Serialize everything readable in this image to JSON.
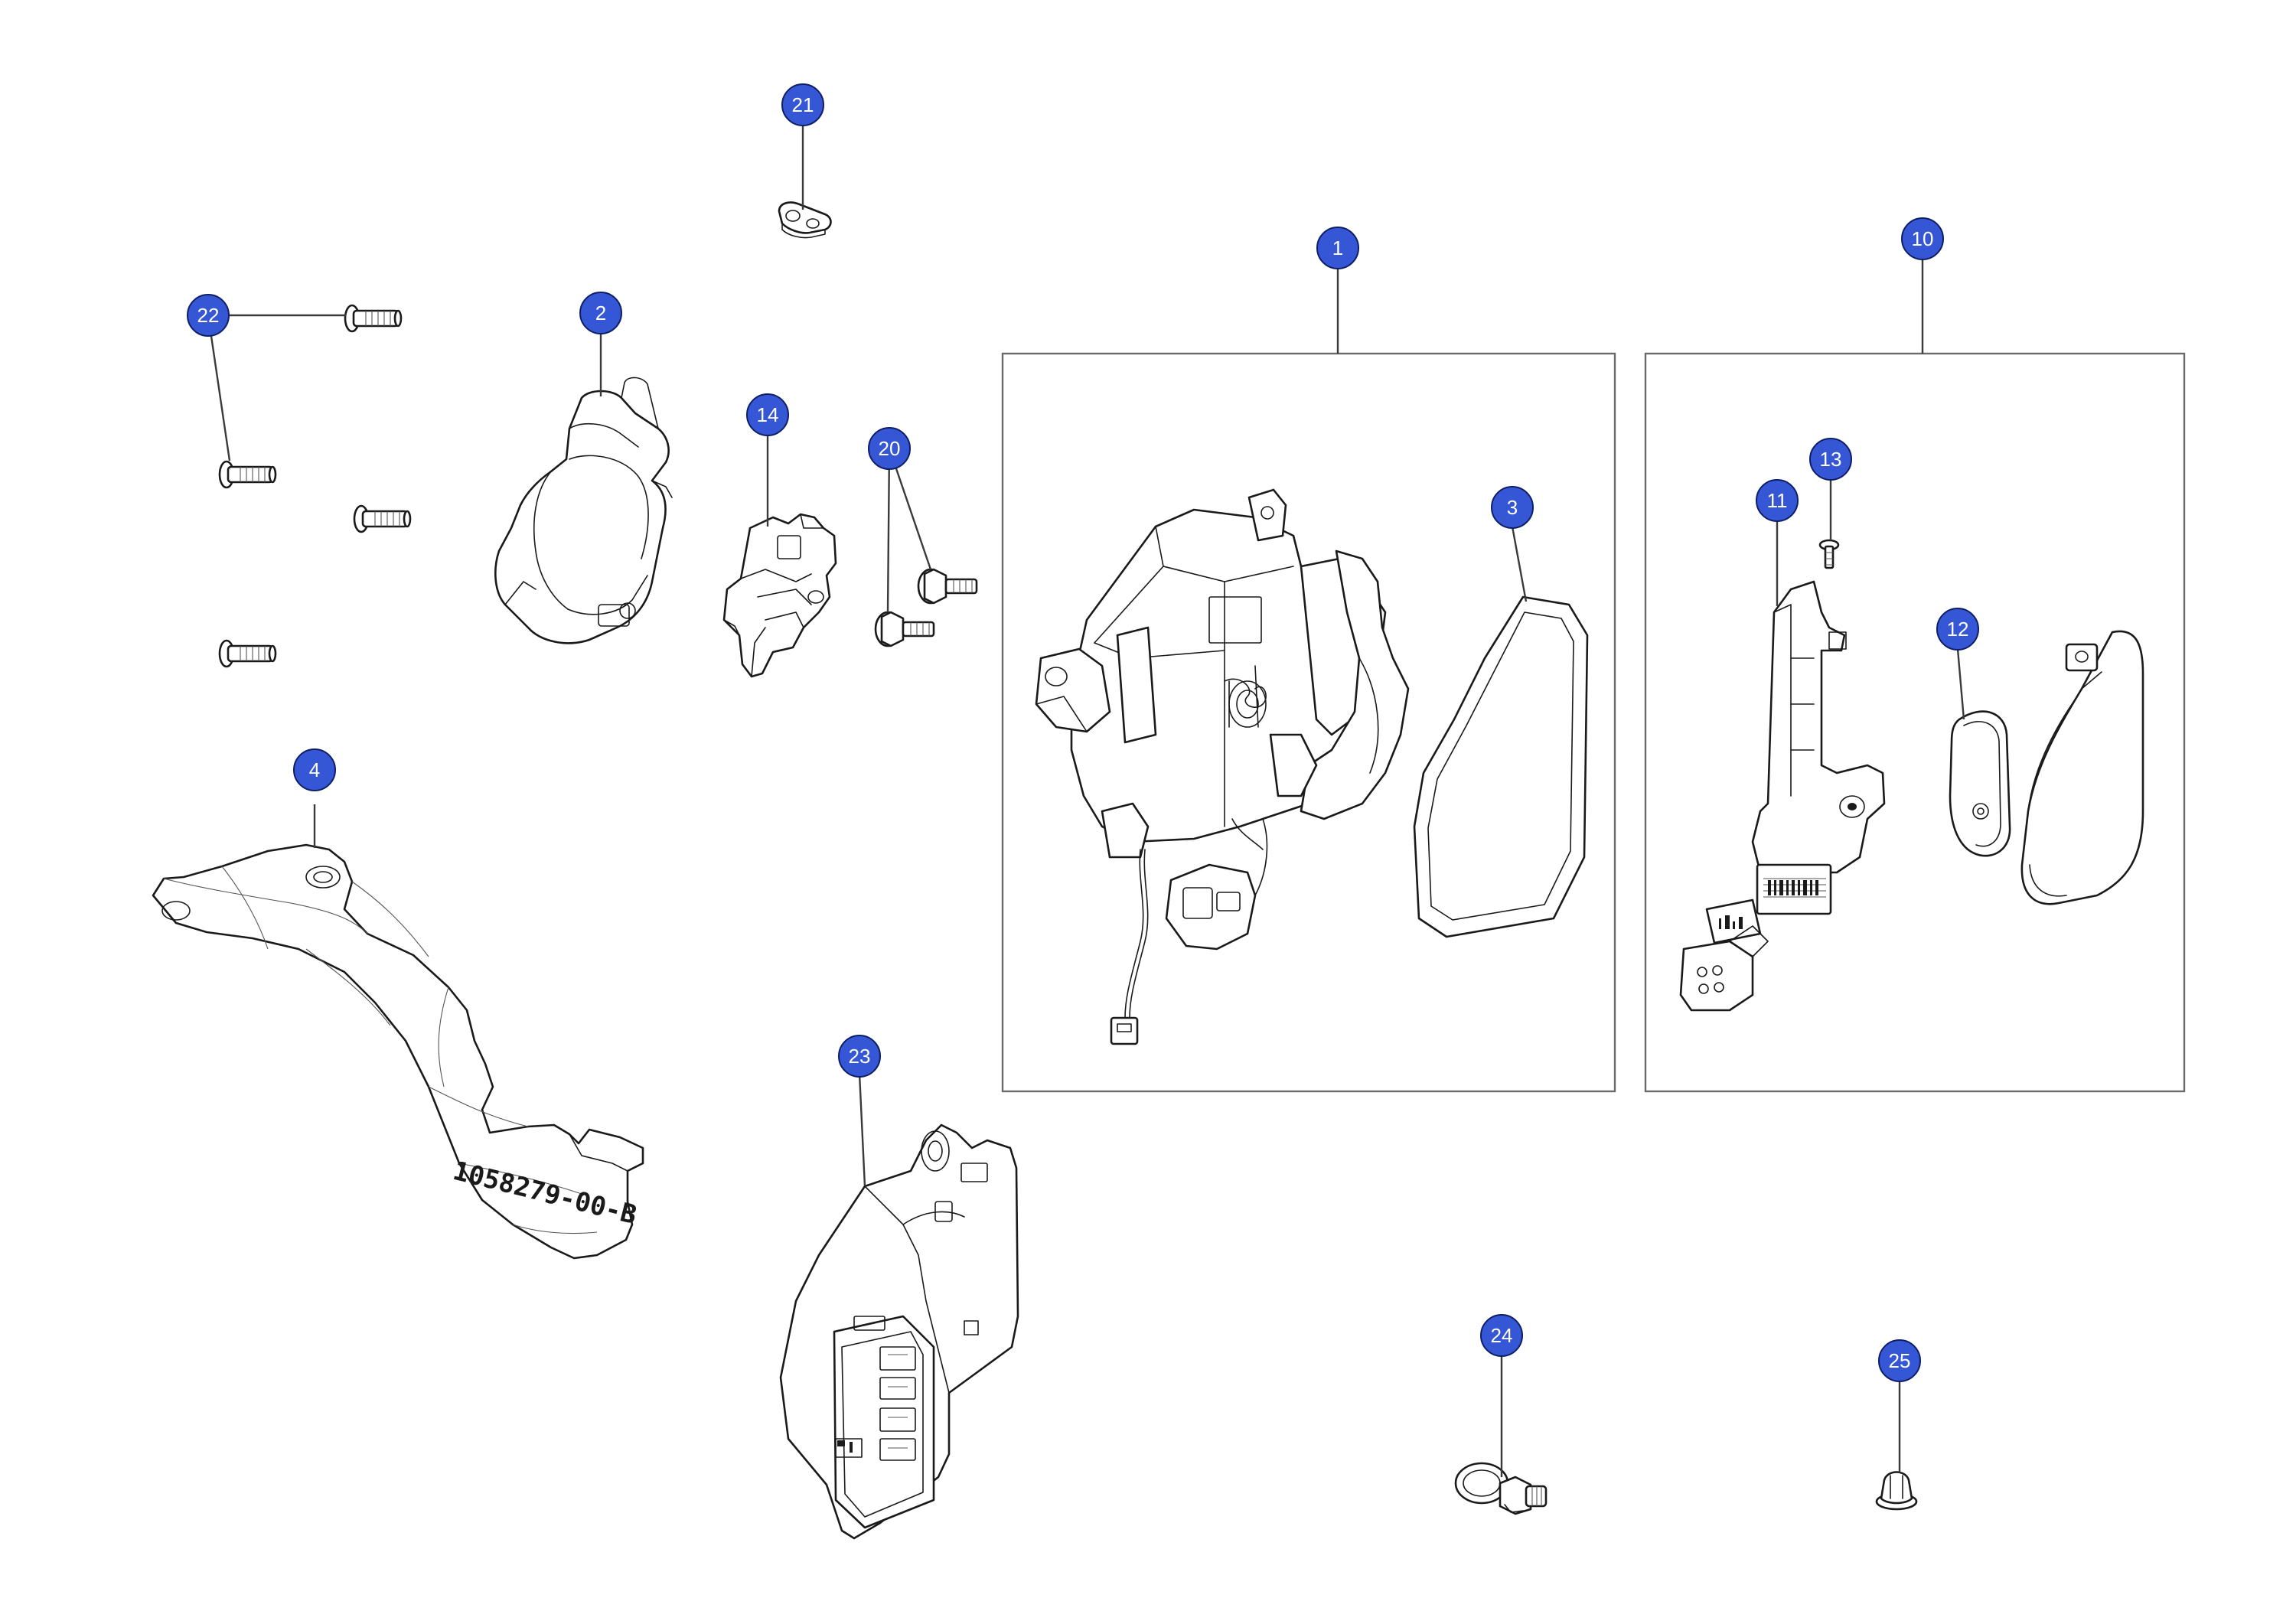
{
  "diagram": {
    "callout_color": "#3557d6",
    "callouts": [
      {
        "id": "c1",
        "label": "1"
      },
      {
        "id": "c2",
        "label": "2"
      },
      {
        "id": "c3",
        "label": "3"
      },
      {
        "id": "c4",
        "label": "4"
      },
      {
        "id": "c10",
        "label": "10"
      },
      {
        "id": "c11",
        "label": "11"
      },
      {
        "id": "c12",
        "label": "12"
      },
      {
        "id": "c13",
        "label": "13"
      },
      {
        "id": "c14",
        "label": "14"
      },
      {
        "id": "c20",
        "label": "20"
      },
      {
        "id": "c21",
        "label": "21"
      },
      {
        "id": "c22",
        "label": "22"
      },
      {
        "id": "c23",
        "label": "23"
      },
      {
        "id": "c24",
        "label": "24"
      },
      {
        "id": "c25",
        "label": "25"
      }
    ],
    "part_number_marking": "1058279-00-B"
  }
}
